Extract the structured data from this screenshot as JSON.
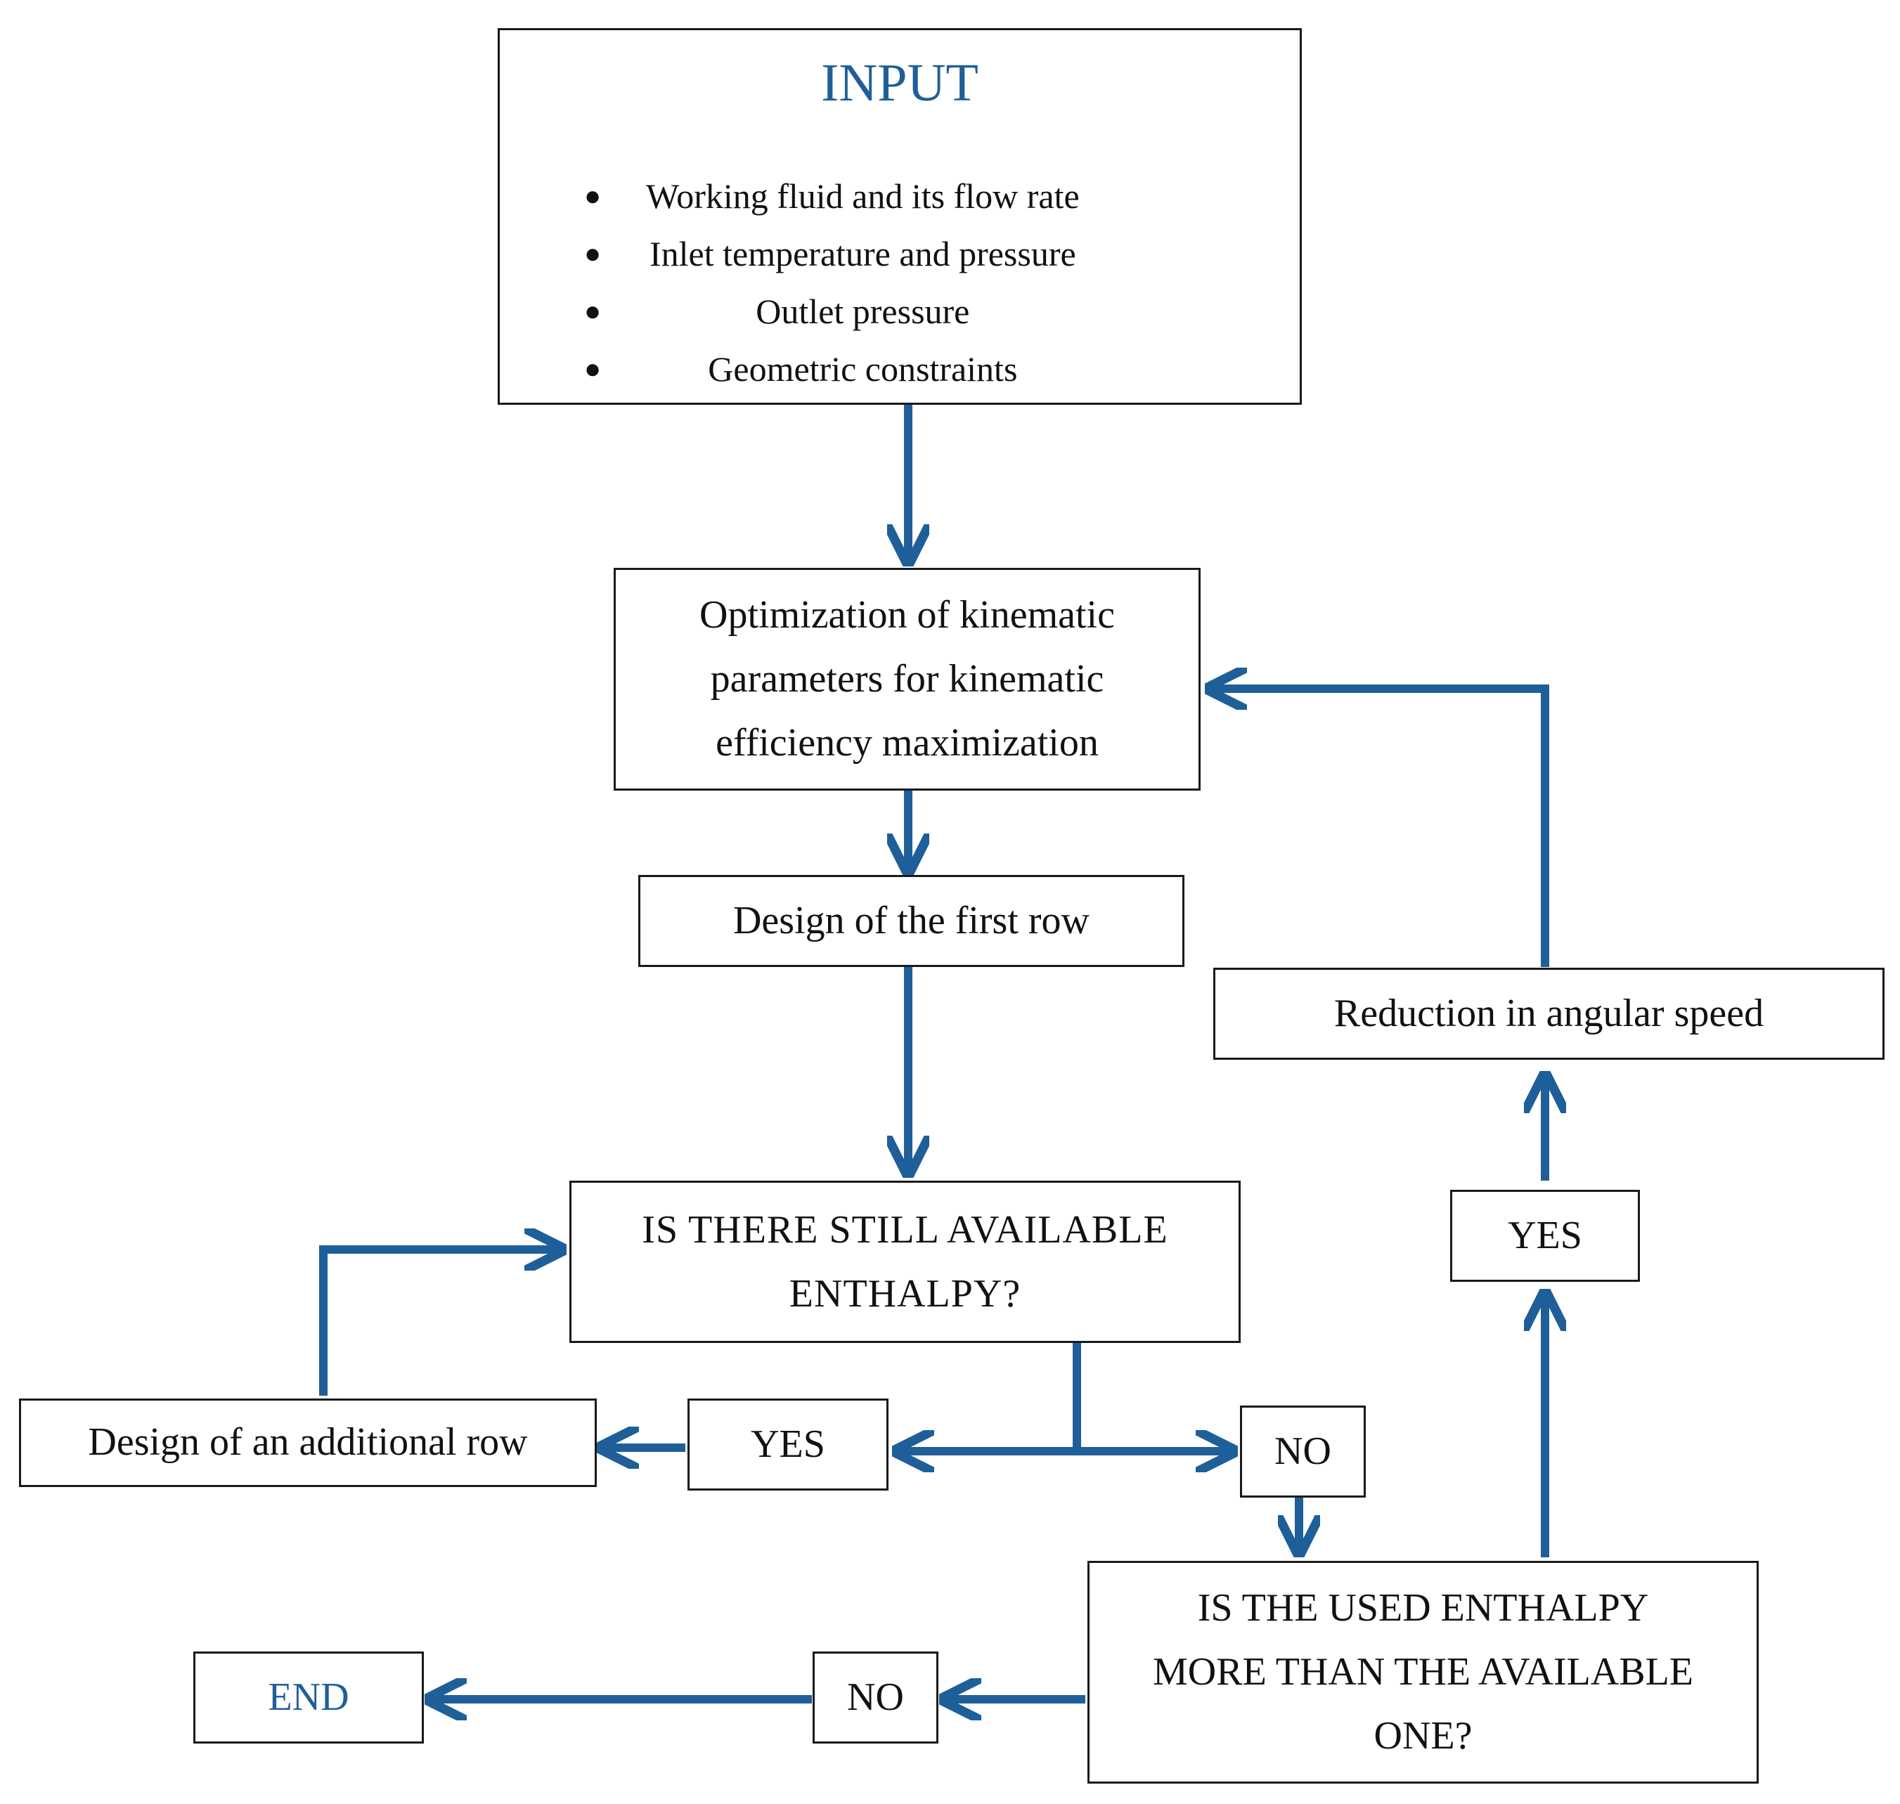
{
  "input": {
    "title": "INPUT",
    "items": [
      "Working fluid and its flow rate",
      "Inlet temperature and pressure",
      "Outlet pressure",
      "Geometric constraints"
    ]
  },
  "steps": {
    "optimization_l1": "Optimization of kinematic",
    "optimization_l2": "parameters for kinematic",
    "optimization_l3": "efficiency maximization",
    "first_row": "Design of the first row",
    "additional_row": "Design of an additional row",
    "reduction": "Reduction in angular speed",
    "end": "END"
  },
  "decisions": {
    "enthalpy_available_l1": "IS THERE STILL AVAILABLE",
    "enthalpy_available_l2": "ENTHALPY?",
    "used_vs_available_l1": "IS THE USED ENTHALPY",
    "used_vs_available_l2": "MORE THAN THE AVAILABLE",
    "used_vs_available_l3": "ONE?"
  },
  "branches": {
    "yes_left": "YES",
    "no_right": "NO",
    "yes_up": "YES",
    "no_left": "NO"
  },
  "colors": {
    "arrow": "#1f5f99",
    "border": "#1a1a1a",
    "accent_text": "#1f5f99"
  }
}
